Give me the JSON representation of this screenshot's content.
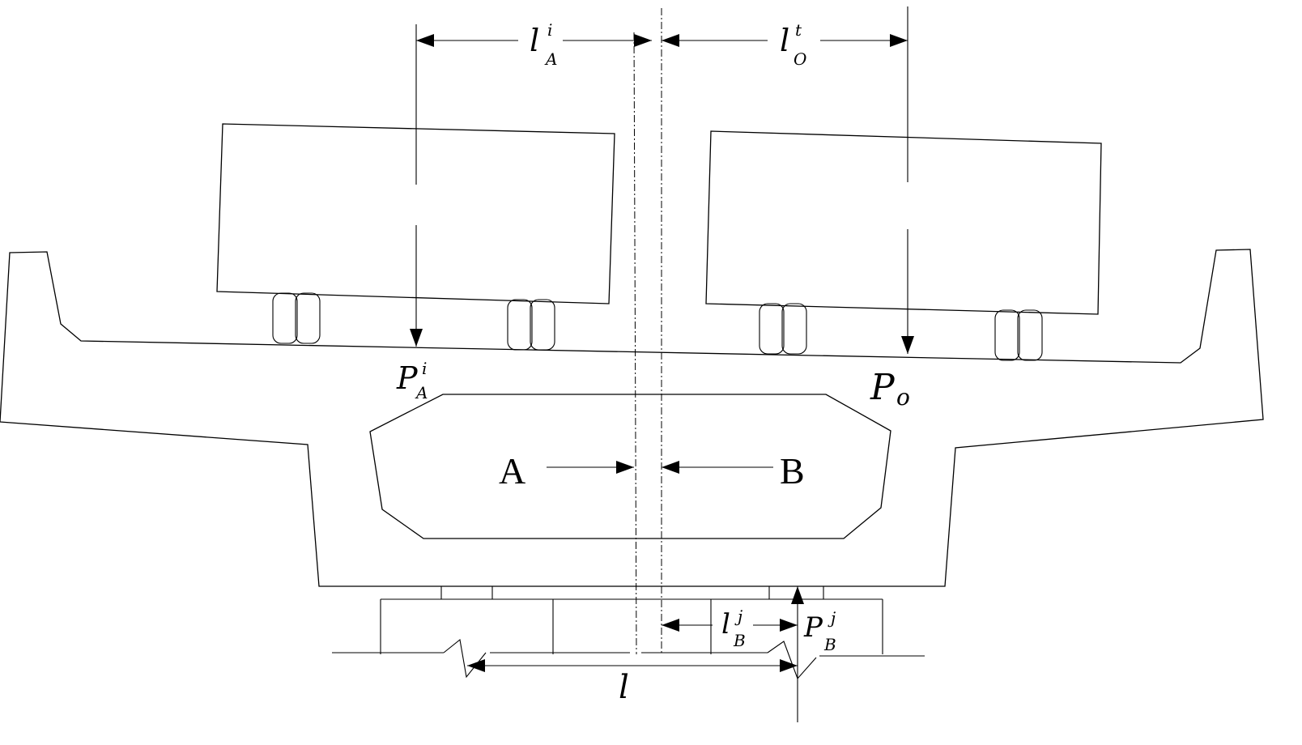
{
  "labels": {
    "l_A": {
      "base": "l",
      "sup": "i",
      "sub": "A"
    },
    "l_O": {
      "base": "l",
      "sup": "t",
      "sub": "O"
    },
    "P_A": {
      "base": "P",
      "sup": "i",
      "sub": "A"
    },
    "P_o": {
      "base": "P",
      "sub": "o"
    },
    "A": "A",
    "B": "B",
    "l_B": {
      "base": "l",
      "sup": "j",
      "sub": "B"
    },
    "P_B": {
      "base": "P",
      "sup": "j",
      "sub": "B"
    },
    "l": "l"
  },
  "colors": {
    "ink": "#000000",
    "paper": "#ffffff"
  }
}
